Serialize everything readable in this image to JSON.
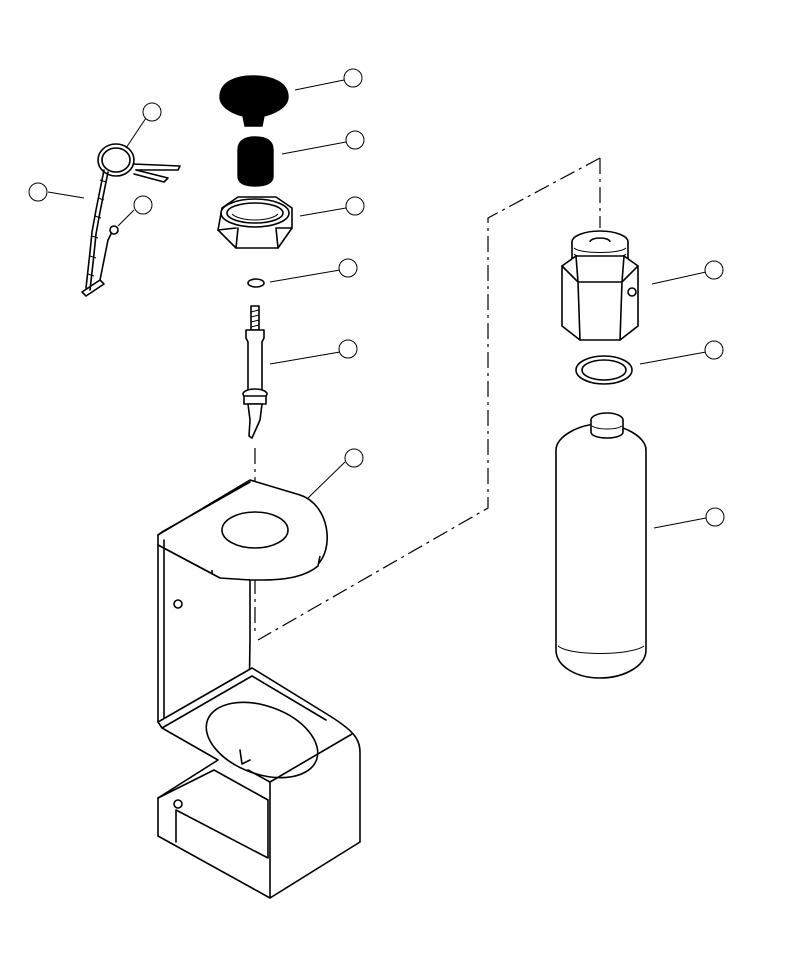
{
  "callouts": [
    {
      "id": "cap",
      "label": ""
    },
    {
      "id": "cotter-pin-ring",
      "label": ""
    },
    {
      "id": "plug",
      "label": ""
    },
    {
      "id": "chain",
      "label": ""
    },
    {
      "id": "pin",
      "label": ""
    },
    {
      "id": "nut",
      "label": ""
    },
    {
      "id": "o-ring",
      "label": ""
    },
    {
      "id": "valve-stem",
      "label": ""
    },
    {
      "id": "bracket",
      "label": ""
    },
    {
      "id": "adapter",
      "label": ""
    },
    {
      "id": "seal-ring",
      "label": ""
    },
    {
      "id": "accumulator",
      "label": ""
    }
  ]
}
